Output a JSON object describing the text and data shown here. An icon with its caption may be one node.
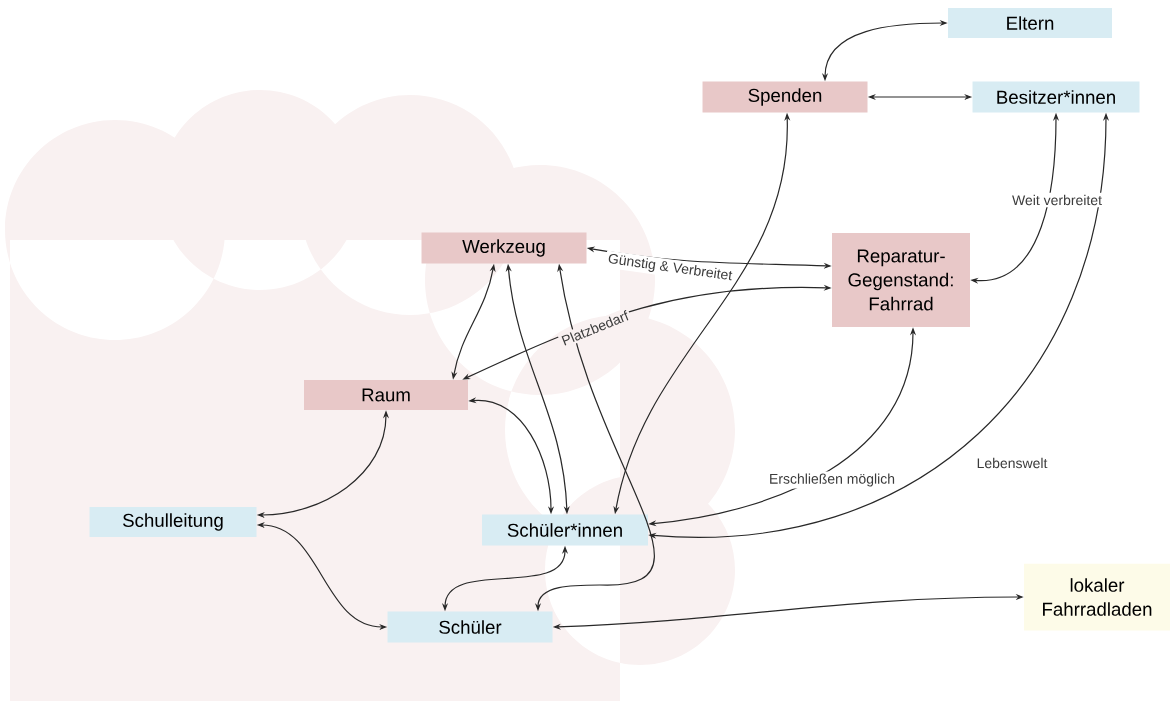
{
  "diagram": {
    "nodes": [
      {
        "text": [
          "Eltern"
        ]
      },
      {
        "text": [
          "Spenden"
        ]
      },
      {
        "text": [
          "Besitzer*innen"
        ]
      },
      {
        "text": [
          "Werkzeug"
        ]
      },
      {
        "text": [
          "Reparatur-Gegenstand: Fahrrad"
        ]
      },
      {
        "text": [
          "Raum"
        ]
      },
      {
        "text": [
          "Schulleitung"
        ]
      },
      {
        "text": [
          "Schüler*innen"
        ]
      },
      {
        "text": [
          "Schüler"
        ]
      },
      {
        "text": [
          "lokaler Fahrradladen"
        ]
      }
    ],
    "edges": [
      {
        "from": 1,
        "to": 0,
        "arrow": "both"
      },
      {
        "from": 1,
        "to": 2,
        "arrow": "both"
      },
      {
        "from": 7,
        "to": 1,
        "arrow": "both"
      },
      {
        "from": 4,
        "to": 2,
        "arrow": "both",
        "label": "Weit verbreitet"
      },
      {
        "from": 7,
        "to": 2,
        "arrow": "both",
        "label": "Lebenswelt"
      },
      {
        "from": 7,
        "to": 4,
        "arrow": "both",
        "label": "Erschließen möglich"
      },
      {
        "from": 3,
        "to": 4,
        "arrow": "both",
        "label": "Günstig & Verbreitet"
      },
      {
        "from": 5,
        "to": 4,
        "arrow": "both",
        "label": "Platzbedarf"
      },
      {
        "from": 3,
        "to": 5,
        "arrow": "both"
      },
      {
        "from": 3,
        "to": 7,
        "arrow": "both"
      },
      {
        "from": 5,
        "to": 7,
        "arrow": "both"
      },
      {
        "from": 3,
        "to": 8,
        "arrow": "both"
      },
      {
        "from": 5,
        "to": 6,
        "arrow": "both"
      },
      {
        "from": 6,
        "to": 8,
        "arrow": "both"
      },
      {
        "from": 8,
        "to": 7,
        "arrow": "both"
      },
      {
        "from": 8,
        "to": 9,
        "arrow": "both"
      }
    ]
  }
}
